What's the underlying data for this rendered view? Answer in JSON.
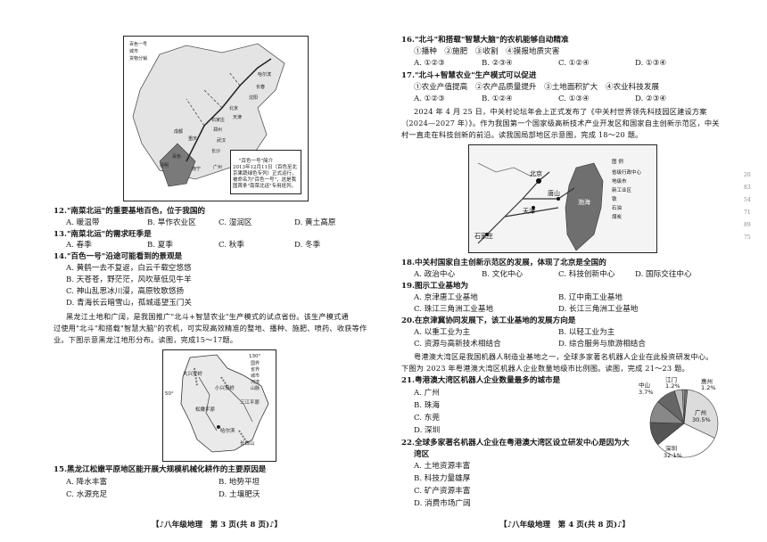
{
  "left": {
    "map1": {
      "legend": [
        "百色一号",
        "城市",
        "货物分销"
      ],
      "cities": [
        "哈尔滨",
        "长春",
        "沈阳",
        "北京",
        "天津",
        "石家庄",
        "郑州",
        "武汉",
        "长沙",
        "重庆",
        "成都",
        "昆明",
        "南宁",
        "广州",
        "百色"
      ],
      "note": "\"百色一号\"简介\n2013年12月11日（百色至北京果蔬绿色专列）正式运行，被命名为\"百色一号\"，这是我国首条\"南菜北运\"专用班列。"
    },
    "q12": {
      "stem": "12.\"南菜北运\"的重要基地百色，位于我国的",
      "a": "A. 暖温带",
      "b": "B. 旱作农业区",
      "c": "C. 湿润区",
      "d": "D. 黄土高原"
    },
    "q13": {
      "stem": "13.\"南菜北运\"的需求旺季是",
      "a": "A. 春季",
      "b": "B. 夏季",
      "c": "C. 秋季",
      "d": "D. 冬季"
    },
    "q14": {
      "stem": "14.\"百色一号\"沿途可能看到的景观是",
      "a": "A. 黄鹤一去不复返，白云千载空悠悠",
      "b": "B. 天苍苍，野茫茫，风吹草低见牛羊",
      "c": "C. 神山乱思冰川漫，高原牧歌悠扬",
      "d": "D. 青海长云暗雪山，孤城遥望玉门关"
    },
    "para": [
      "黑龙江土地和广阔，是我国推广\"北斗+智慧农业\"生产模式的试点省份。该生产模式通",
      "过使用\"北斗\"和搭载\"智慧大脑\"的农机，可实现高效精准的整地、播种、施肥、喷药、收获等作",
      "业。下图示意黑龙江地形分布。读图，完成15～17题。"
    ],
    "map2": {
      "legend": [
        "国界",
        "省界",
        "城市",
        "河流",
        "山脉"
      ],
      "labels": [
        "松嫩平原",
        "三江平原",
        "哈尔滨",
        "小兴安岭",
        "大兴安岭",
        "长白山",
        "50°",
        "130°"
      ]
    },
    "q15": {
      "stem": "15.黑龙江松嫩平原地区能开展大规模机械化耕作的主要原因是",
      "a": "A. 降水丰富",
      "b": "B. 地势平坦",
      "c": "C. 水源充足",
      "d": "D. 土壤肥沃"
    },
    "footer": "【♪八年级地理　第 3 页(共 8 页)♪】"
  },
  "right": {
    "q16": {
      "stem": "16.\"北斗\"和搭载\"智慧大脑\"的农机能够自动精准",
      "opts": "①播种　②施肥　③收割　④摸报地质灾害",
      "a": "A. ①②③",
      "b": "B. ②③④",
      "c": "C. ①②④",
      "d": "D. ①③④"
    },
    "q17": {
      "stem": "17.\"北斗+智慧农业\"生产模式可以促进",
      "opts": "①农业产值提高　②农产品质量提升　③土地面积扩大　④农业科技发展",
      "a": "A. ①②③",
      "b": "B. ①②④",
      "c": "C. ①③④",
      "d": "D. ②③④"
    },
    "para": [
      "2024 年 4 月 25 日，中关村论坛年会上正式发布了《中关村世界领先科技园区建设方案",
      "（2024—2027 年）》。作为我国第一个国家级高新技术产业开发区和国家自主创新示范区，中关",
      "村一直走在科技创新的前沿。读我国局部地区示意图，完成 18～20 题。"
    ],
    "map3": {
      "labels": [
        "北京",
        "唐山",
        "天津",
        "石家庄",
        "渤海"
      ],
      "legend_title": "图 例",
      "legend": [
        "省级行政中心",
        "地级市",
        "新工业区",
        "铁",
        "石油",
        "煤炭"
      ]
    },
    "q18": {
      "stem": "18.中关村国家自主创新示范区的发展，体现了北京是全国的",
      "a": "A. 政治中心",
      "b": "B. 文化中心",
      "c": "C. 科技创新中心",
      "d": "D. 国际交往中心"
    },
    "q19": {
      "stem": "19.图示工业基地为",
      "a": "A. 京津唐工业基地",
      "b": "B. 辽中南工业基地",
      "c": "C. 珠江三角洲工业基地",
      "d": "D. 长江三角洲工业基地"
    },
    "q20": {
      "stem": "20.在京津冀协同发展下，该工业基地的发展方向是",
      "a": "A. 以重工业为主",
      "b": "B. 以轻工业为主",
      "c": "C. 资源与高新技术相结合",
      "d": "D. 综合服务与旅游相结合"
    },
    "para2": [
      "粤港澳大湾区是我国机器人制造业基地之一，全球多家著名机器人企业在此投资研发中心。",
      "下图为 2023 年粤港澳大湾区机器人企业数量地级市比例图。读图，完成 21～23 题。"
    ],
    "q21": {
      "stem": "21.粤港澳大湾区机器人企业数量最多的城市是",
      "a": "A. 广州",
      "b": "B. 珠海",
      "c": "C. 东莞",
      "d": "D. 深圳"
    },
    "q22": {
      "stem": "22.全球多家著名机器人企业在粤港澳大湾区设立研发中心是因为大",
      "stem2": "湾区",
      "a": "A. 土地资源丰富",
      "b": "B. 科技力量雄厚",
      "c": "C. 矿产资源丰富",
      "d": "D. 消费市场广阔"
    },
    "footer": "【♪八年级地理　第 4 页(共 8 页)♪】"
  },
  "chart_data": {
    "type": "pie",
    "series": [
      {
        "name": "广州",
        "value": 30.5,
        "label": "广州\n30.5%"
      },
      {
        "name": "深圳",
        "value": 32.1,
        "label": "深圳\n32.1%"
      },
      {
        "name": "中山",
        "value": 3.7,
        "label": "中山\n3.7%"
      },
      {
        "name": "江门",
        "value": 1.2,
        "label": "江门\n1.2%"
      },
      {
        "name": "惠州",
        "value": 1.2,
        "label": "惠州\n1.2%"
      }
    ],
    "printed_labels": [
      "广州 30.5%",
      "深圳 32.1%",
      "中山 3.7%",
      "江门 1.2%",
      "惠州 1.2%"
    ],
    "label_texts": {
      "gz": "广州",
      "gz_v": "30.5%",
      "sz": "深圳",
      "sz_v": "32.1%",
      "zs": "中山",
      "zs_v": "3.7%",
      "jm": "江门",
      "jm_v": "1.2%",
      "hz": "惠州",
      "hz_v": "1.2%"
    }
  },
  "sidebar": [
    "20",
    "83",
    "54",
    "71",
    "89",
    "75"
  ]
}
